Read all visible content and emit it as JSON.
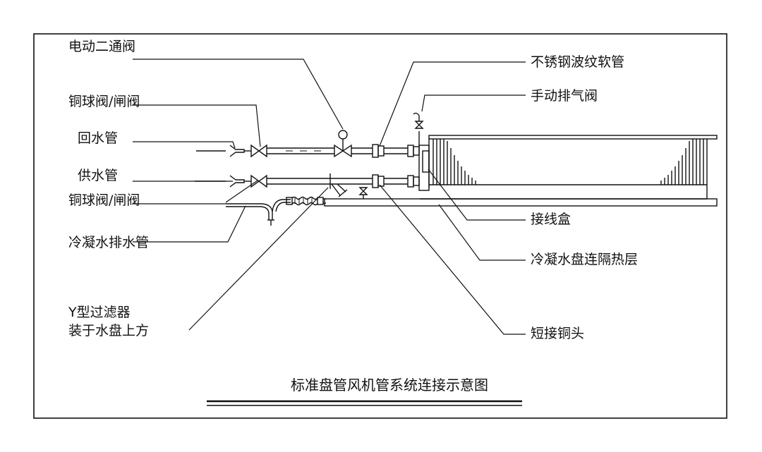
{
  "labels": {
    "electric_two_way_valve": "电动二通阀",
    "copper_ball_valve_top": "铜球阀/闸阀",
    "return_water_pipe": "回水管",
    "supply_water_pipe": "供水管",
    "copper_ball_valve_bottom": "铜球阀/闸阀",
    "condensate_drain_pipe": "冷凝水排水管",
    "y_strainer": "Y型过滤器\n装于水盘上方",
    "stainless_bellows_hose": "不锈钢波纹软管",
    "manual_air_vent": "手动排气阀",
    "junction_box": "接线盒",
    "drain_pan_insulation": "冷凝水盘连隔热层",
    "short_copper_fitting": "短接铜头"
  },
  "title": "标准盘管风机管系统连接示意图",
  "colors": {
    "line": "#111111",
    "background": "#ffffff"
  }
}
